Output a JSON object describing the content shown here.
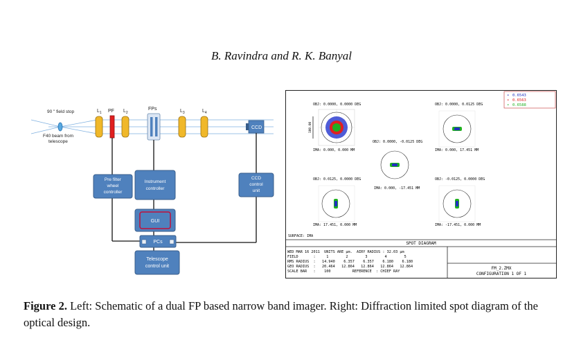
{
  "header": {
    "authors": "B. Ravindra and R. K. Banyal"
  },
  "schematic": {
    "field_stop": "90 \" field stop",
    "beam_line1": "F40 beam from",
    "beam_line2": "telescope",
    "lenses": [
      "L",
      "L",
      "L",
      "L"
    ],
    "lens_subs": [
      "1",
      "2",
      "3",
      "4"
    ],
    "pf": "PF",
    "fps": "FPs",
    "ccd": "CCD",
    "box_prefilter": [
      "Pre filter",
      "wheel",
      "controller"
    ],
    "box_instrument": [
      "Instrument",
      "controller"
    ],
    "box_ccd": [
      "CCD",
      "control",
      "unit"
    ],
    "box_gui": "GUI",
    "box_pcs": "PCs",
    "box_telescope": [
      "Telescope",
      "control unit"
    ],
    "colors": {
      "box_fill": "#4f81bd",
      "box_stroke": "#385d8a",
      "lens": "#f0b82a",
      "filter": "#e02020",
      "beam": "#7fb0e0"
    }
  },
  "spot": {
    "legend": [
      "0.6543",
      "0.6563",
      "0.6588"
    ],
    "legend_colors": [
      "#2030c0",
      "#e02020",
      "#20b020"
    ],
    "scale_label": "100.00",
    "labels": {
      "obj1": "OBJ: 0.0000, 0.0000 DEG",
      "ima1": "IMA: 0.000, 0.000 MM",
      "obj2": "OBJ: 0.0000, 0.0125 DEG",
      "ima2": "IMA: 0.000, 17.451 MM",
      "obj3": "OBJ: 0.0000, -0.0125 DEG",
      "ima3": "IMA: 0.000, -17.451 MM",
      "obj4": "OBJ: 0.0125, 0.0000 DEG",
      "ima4": "IMA: 17.451, 0.000 MM",
      "obj5": "OBJ: -0.0125, 0.0000 DEG",
      "ima5": "IMA: -17.451, 0.000 MM",
      "surface": "SURFACE: IMA"
    },
    "title": "SPOT DIAGRAM",
    "info_lines": [
      "WED MAR 16 2011  UNITS ARE µm.  AIRY RADIUS : 32.03 µm",
      "FIELD       :     1        2        3        4        5",
      "RMS RADIUS  :   14.940    6.357    6.357    6.180    6.180",
      "GEO RADIUS  :   20.464   12.864   12.864   12.864   12.864",
      "SCALE BAR   :    100          REFERENCE  : CHIEF RAY"
    ],
    "file": "FM_2.ZMX",
    "config": "CONFIGURATION  1  OF  1"
  },
  "caption": {
    "label": "Figure 2.",
    "text": " Left: Schematic of a dual FP based narrow band imager. Right: Diffraction limited spot diagram of the optical design."
  }
}
